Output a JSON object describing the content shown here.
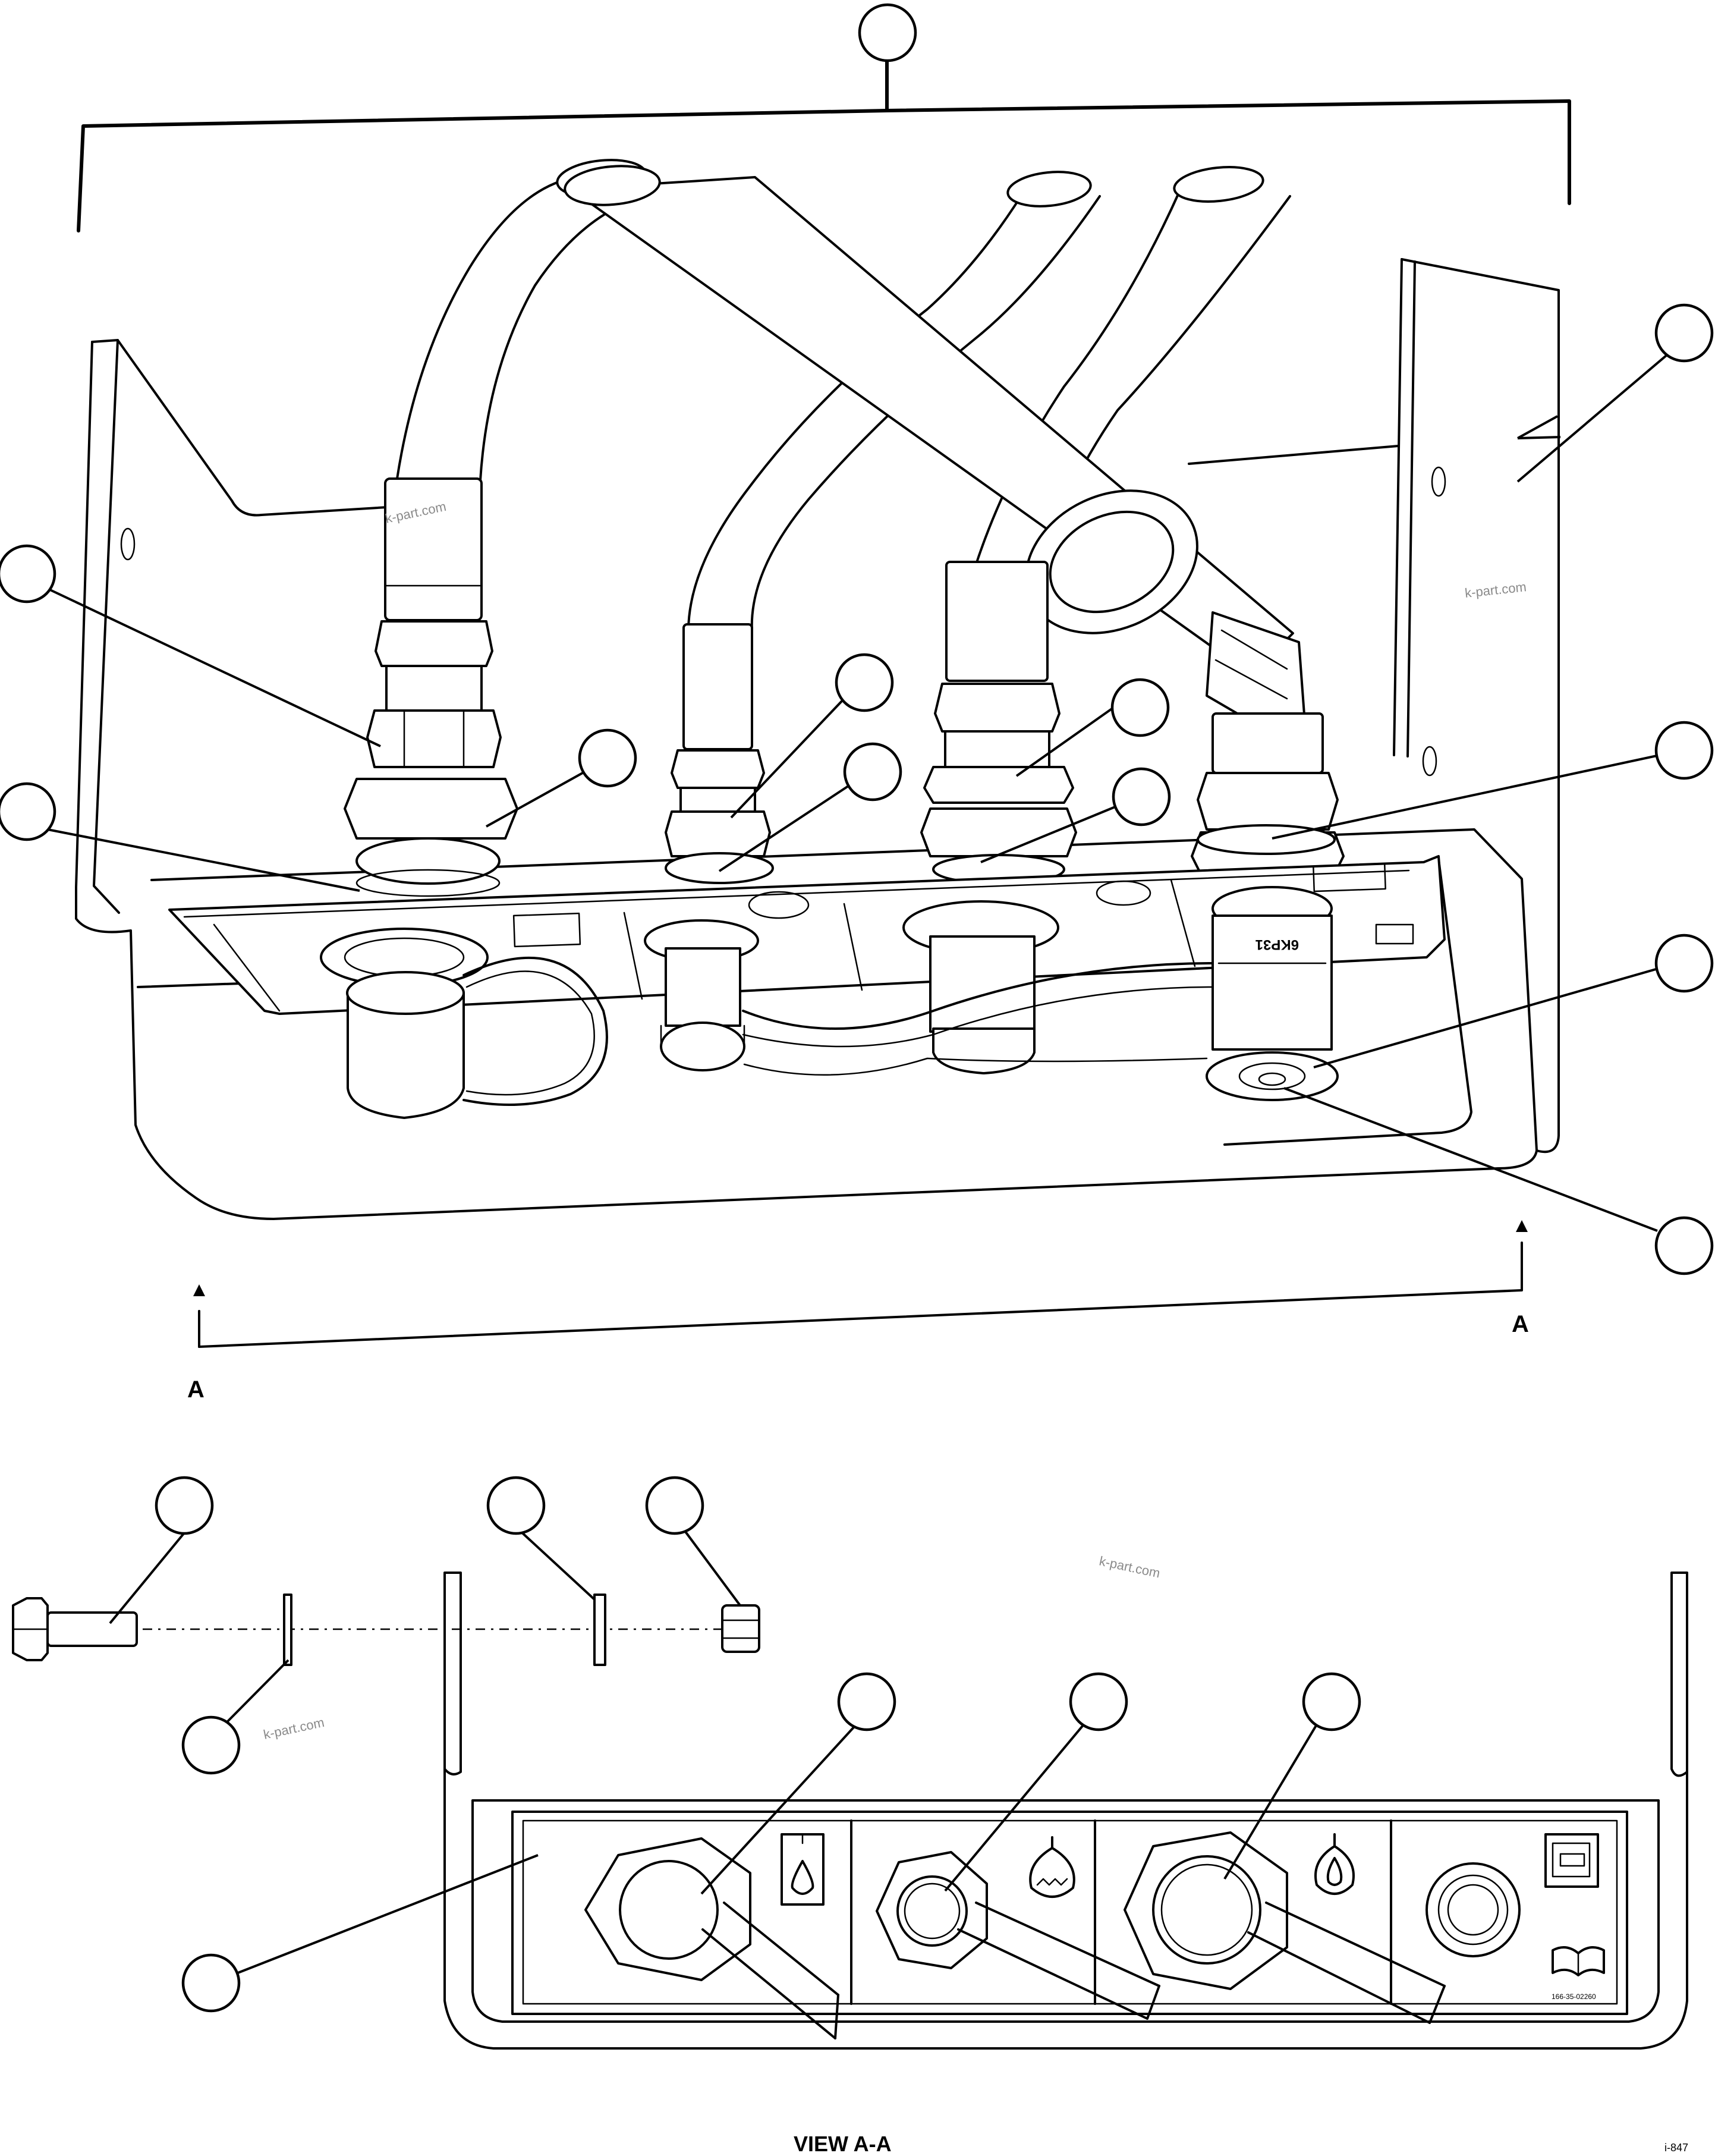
{
  "diagram": {
    "section_marker": "A",
    "view_title": "VIEW A-A",
    "decal_tag": "6KP31",
    "decal_part_number": "166-35-02260",
    "sheet_code": "i-847",
    "watermark": "k-part.com",
    "icons": [
      "hydraulic-tank-drop-icon",
      "coolant-drop-icon",
      "oil-drop-icon",
      "tank-level-icon",
      "manual-book-icon"
    ]
  }
}
